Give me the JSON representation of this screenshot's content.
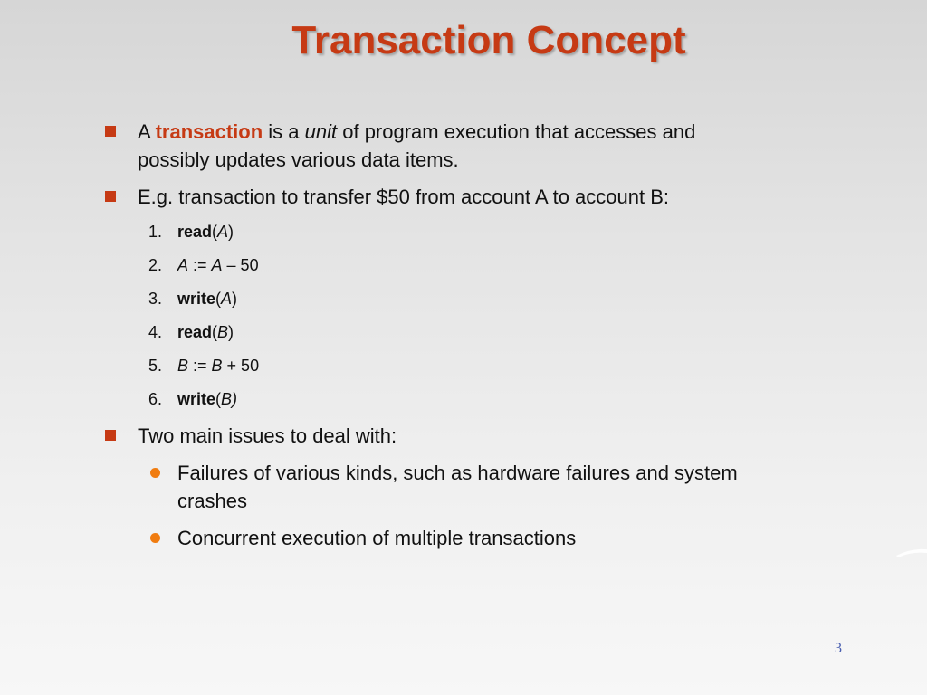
{
  "slide": {
    "title": "Transaction Concept",
    "page_number": "3",
    "bullet1": {
      "pre": "A ",
      "term": "transaction",
      "mid": " is a ",
      "unit": "unit",
      "post_line1": " of program execution that accesses and",
      "line2": "possibly updates various data items."
    },
    "bullet2": "E.g. transaction to transfer $50 from account A to account B:",
    "steps": [
      {
        "num": "1.",
        "op": "read",
        "open": "(",
        "arg": "A",
        "close": ")"
      },
      {
        "num": "2.",
        "lhs": "A",
        "assign": " := ",
        "rhs": "A",
        "rest": " – 50"
      },
      {
        "num": "3.",
        "op": "write",
        "open": "(",
        "arg": "A",
        "close": ")"
      },
      {
        "num": "4.",
        "op": "read",
        "open": "(",
        "arg": "B",
        "close": ")"
      },
      {
        "num": "5.",
        "lhs": "B",
        "assign": " := ",
        "rhs": "B",
        "rest": " + 50"
      },
      {
        "num": "6.",
        "op": "write",
        "open": "(",
        "arg": "B)"
      }
    ],
    "bullet3": "Two main issues to deal with:",
    "sub1_line1": "Failures of various kinds, such as hardware failures and system",
    "sub1_line2": "crashes",
    "sub2": "Concurrent execution of multiple transactions"
  },
  "colors": {
    "title": "#c63a14",
    "bullet": "#c63a14",
    "sub_bullet": "#f07c10",
    "page_number": "#4a5fb0"
  }
}
